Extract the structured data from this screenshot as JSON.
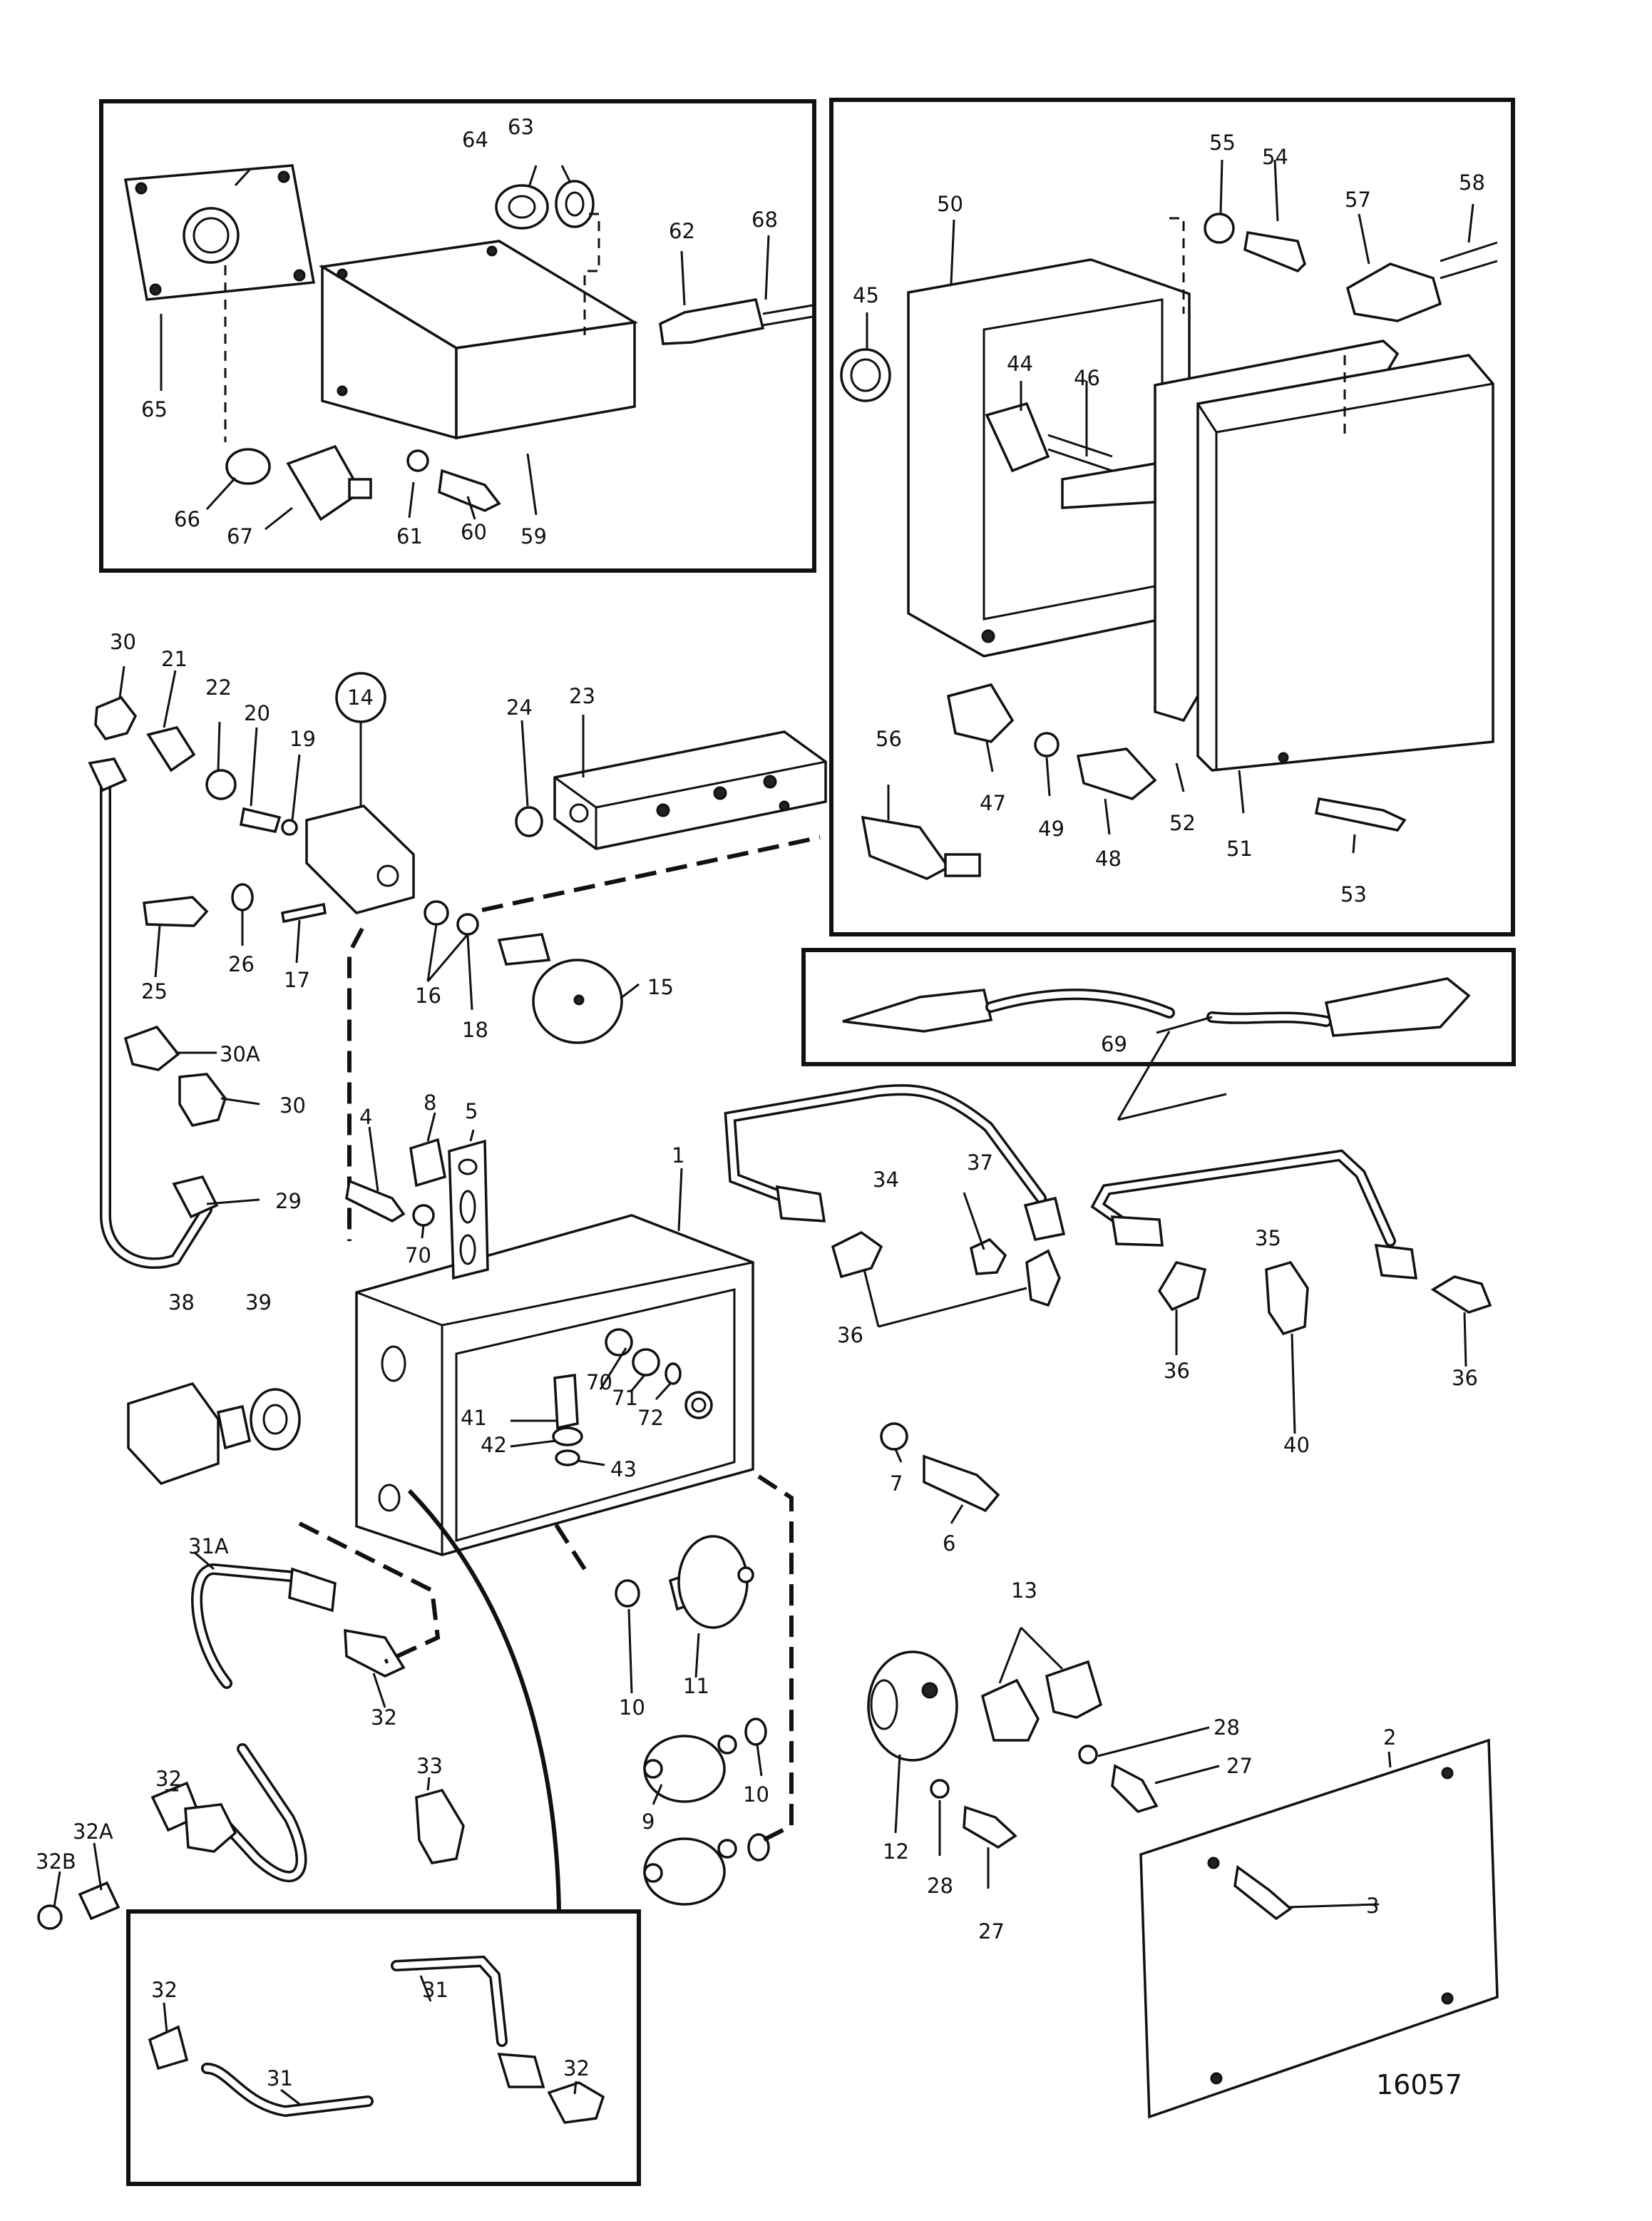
{
  "drawing_number": "16057",
  "callouts": [
    "1",
    "2",
    "3",
    "4",
    "5",
    "6",
    "7",
    "8",
    "9",
    "10",
    "11",
    "12",
    "13",
    "14",
    "15",
    "16",
    "17",
    "18",
    "19",
    "20",
    "21",
    "22",
    "23",
    "24",
    "25",
    "26",
    "27",
    "28",
    "29",
    "30",
    "30A",
    "31",
    "31A",
    "32",
    "32A",
    "32B",
    "33",
    "34",
    "35",
    "36",
    "37",
    "38",
    "39",
    "40",
    "41",
    "42",
    "43",
    "44",
    "45",
    "46",
    "47",
    "48",
    "49",
    "50",
    "51",
    "52",
    "53",
    "54",
    "55",
    "56",
    "57",
    "58",
    "59",
    "60",
    "61",
    "62",
    "63",
    "64",
    "65",
    "66",
    "67",
    "68",
    "69",
    "70",
    "71",
    "72"
  ],
  "label_map": {
    "c1": "1",
    "c2": "2",
    "c3": "3",
    "c4": "4",
    "c5": "5",
    "c6": "6",
    "c7": "7",
    "c8": "8",
    "c9": "9",
    "c10a": "10",
    "c10b": "10",
    "c11": "11",
    "c12": "12",
    "c13": "13",
    "c14": "14",
    "c15": "15",
    "c16": "16",
    "c17": "17",
    "c18": "18",
    "c19": "19",
    "c20": "20",
    "c21": "21",
    "c22": "22",
    "c23": "23",
    "c24": "24",
    "c25": "25",
    "c26": "26",
    "c27a": "27",
    "c27b": "27",
    "c28a": "28",
    "c28b": "28",
    "c29": "29",
    "c30a": "30",
    "c30b": "30",
    "c30A": "30A",
    "c31a": "31",
    "c31b": "31",
    "c31A": "31A",
    "c32a": "32",
    "c32b": "32",
    "c32c": "32",
    "c32d": "32",
    "c32A": "32A",
    "c32B": "32B",
    "c33": "33",
    "c34": "34",
    "c35": "35",
    "c36a": "36",
    "c36b": "36",
    "c36c": "36",
    "c37": "37",
    "c38": "38",
    "c39": "39",
    "c40": "40",
    "c41": "41",
    "c42": "42",
    "c43": "43",
    "c44": "44",
    "c45": "45",
    "c46": "46",
    "c47": "47",
    "c48": "48",
    "c49": "49",
    "c50": "50",
    "c51": "51",
    "c52": "52",
    "c53": "53",
    "c54": "54",
    "c55": "55",
    "c56": "56",
    "c57": "57",
    "c58": "58",
    "c59": "59",
    "c60": "60",
    "c61": "61",
    "c62": "62",
    "c63": "63",
    "c64": "64",
    "c65": "65",
    "c66": "66",
    "c67": "67",
    "c68": "68",
    "c69": "69",
    "c70a": "70",
    "c70b": "70",
    "c71": "71",
    "c72": "72"
  }
}
